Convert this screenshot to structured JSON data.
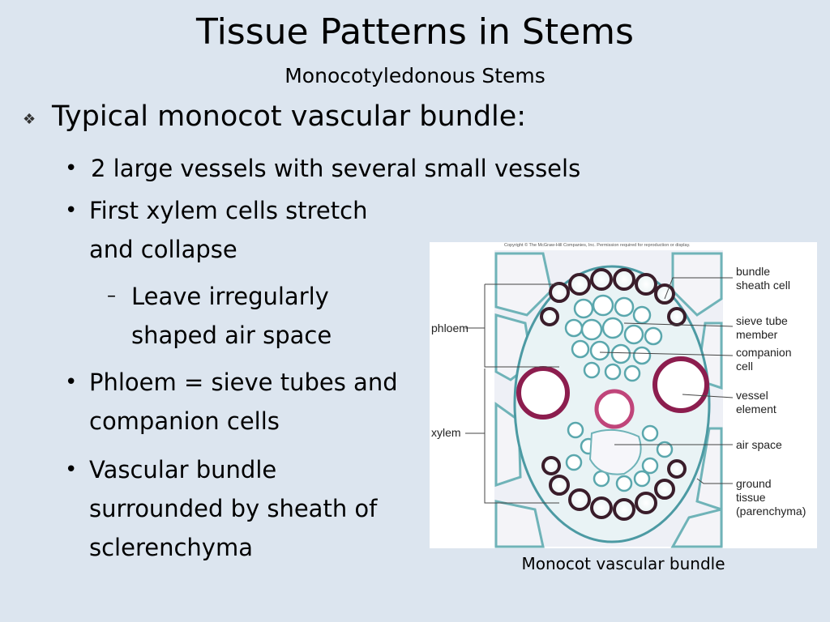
{
  "slide": {
    "title": "Tissue Patterns in Stems",
    "subtitle": "Monocotyledonous Stems",
    "main_bullet": "Typical monocot vascular bundle:",
    "bullets": [
      "2 large vessels with several small vessels",
      "First xylem cells stretch",
      "and collapse",
      "Phloem = sieve tubes and",
      "companion cells",
      "Vascular bundle",
      "surrounded by sheath of",
      "sclerenchyma"
    ],
    "sub_bullet": [
      "Leave irregularly",
      "shaped air space"
    ],
    "bullet_glyph": "•",
    "dash_glyph": "–",
    "diamond_glyph": "❖"
  },
  "figure": {
    "copyright": "Copyright © The McGraw-Hill Companies, Inc. Permission required for reproduction or display.",
    "left_labels": [
      "phloem",
      "xylem"
    ],
    "right_labels": [
      [
        "bundle",
        "sheath cell"
      ],
      [
        "sieve tube",
        "member"
      ],
      [
        "companion",
        "cell"
      ],
      [
        "vessel",
        "element"
      ],
      [
        "air space"
      ],
      [
        "ground",
        "tissue",
        "(parenchyma)"
      ]
    ],
    "caption": "Monocot vascular bundle",
    "colors": {
      "background": "#dce5ef",
      "cell_wall": "#5aa7ad",
      "sclerenchyma": "#5b2030",
      "vessel": "#8c1d4e"
    }
  }
}
